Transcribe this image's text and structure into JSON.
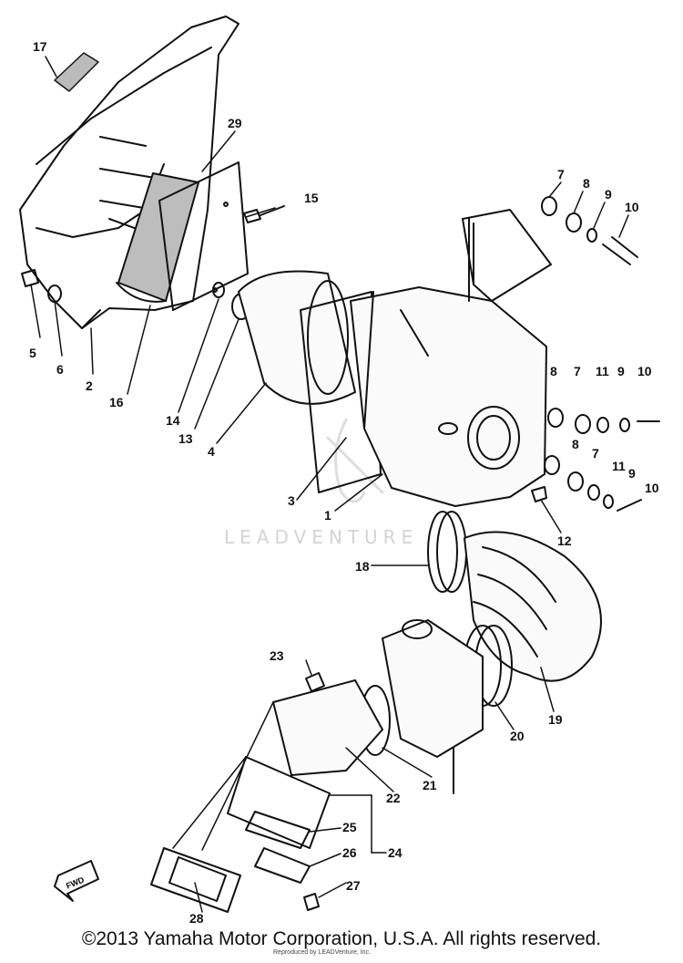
{
  "watermark": "LEADVENTURE",
  "fwd_label": "FWD",
  "callouts": {
    "n1": "1",
    "n2": "2",
    "n3": "3",
    "n4": "4",
    "n5": "5",
    "n6": "6",
    "n7a": "7",
    "n7b": "7",
    "n7c": "7",
    "n8a": "8",
    "n8b": "8",
    "n8c": "8",
    "n9a": "9",
    "n9b": "9",
    "n9c": "9",
    "n10a": "10",
    "n10b": "10",
    "n10c": "10",
    "n11a": "11",
    "n11b": "11",
    "n12": "12",
    "n13": "13",
    "n14": "14",
    "n15": "15",
    "n16": "16",
    "n17": "17",
    "n18": "18",
    "n19": "19",
    "n20": "20",
    "n21": "21",
    "n22": "22",
    "n23": "23",
    "n24": "24",
    "n25": "25",
    "n26": "26",
    "n27": "27",
    "n28": "28",
    "n29": "29"
  },
  "copyright": "©2013 Yamaha Motor Corporation, U.S.A. All rights reserved.",
  "subtext": "Reproduced by LEADVenture, Inc."
}
